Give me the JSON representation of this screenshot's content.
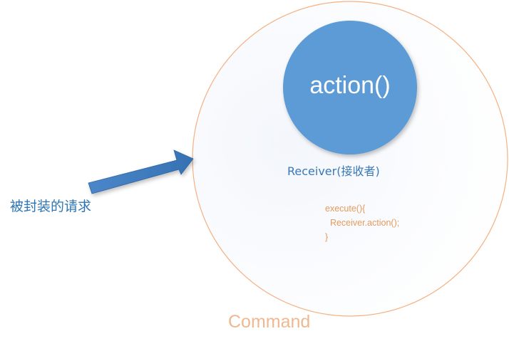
{
  "diagram": {
    "action_label": "action()",
    "receiver_label": "Receiver(接收者)",
    "request_label": "被封装的请求",
    "code_lines": [
      "execute(){",
      "  Receiver.action();",
      "}"
    ],
    "command_label": "Command",
    "colors": {
      "action_circle": "#5b9bd5",
      "command_outline": "#f4b183",
      "arrow_fill": "#3d7dc1",
      "receiver_text": "#3a78b8",
      "request_text": "#2e75b6",
      "code_text": "#e59a5c",
      "command_text": "#f0b890"
    }
  }
}
